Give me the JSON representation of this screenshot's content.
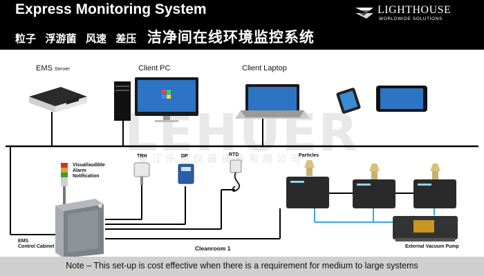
{
  "header": {
    "title_en": "Express Monitoring System",
    "tags_cn": [
      "粒子",
      "浮游菌",
      "风速",
      "差压"
    ],
    "title_cn": "洁净间在线环境监控系统",
    "brand": {
      "name": "LIGHTHOUSE",
      "tagline": "WORLDWIDE SOLUTIONS"
    }
  },
  "devices": {
    "ems_server": {
      "label": "EMS",
      "sublabel": "Server"
    },
    "client_pc": "Client PC",
    "client_laptop": "Client Laptop"
  },
  "sensors": {
    "alarm": [
      "Visual/audible",
      "Alarm",
      "Notification"
    ],
    "trh": "TRH",
    "dp": "DP",
    "rtd": "RTD",
    "particles": "Particles"
  },
  "cabinet": [
    "EMS",
    "Control Cabinet"
  ],
  "cleanroom": "Cleanroom 1",
  "pump": "External Vacuum Pump",
  "note": "Note – This set-up is cost effective when there is a requirement for medium to large systems",
  "watermark": {
    "text": "LEHUER",
    "sub": "渐江乐惠仪器设备有限公司"
  },
  "colors": {
    "header_bg": "#000000",
    "note_bg": "#cfcfcf",
    "vacuum_line": "#3aa7d8",
    "network_line": "#000000"
  }
}
